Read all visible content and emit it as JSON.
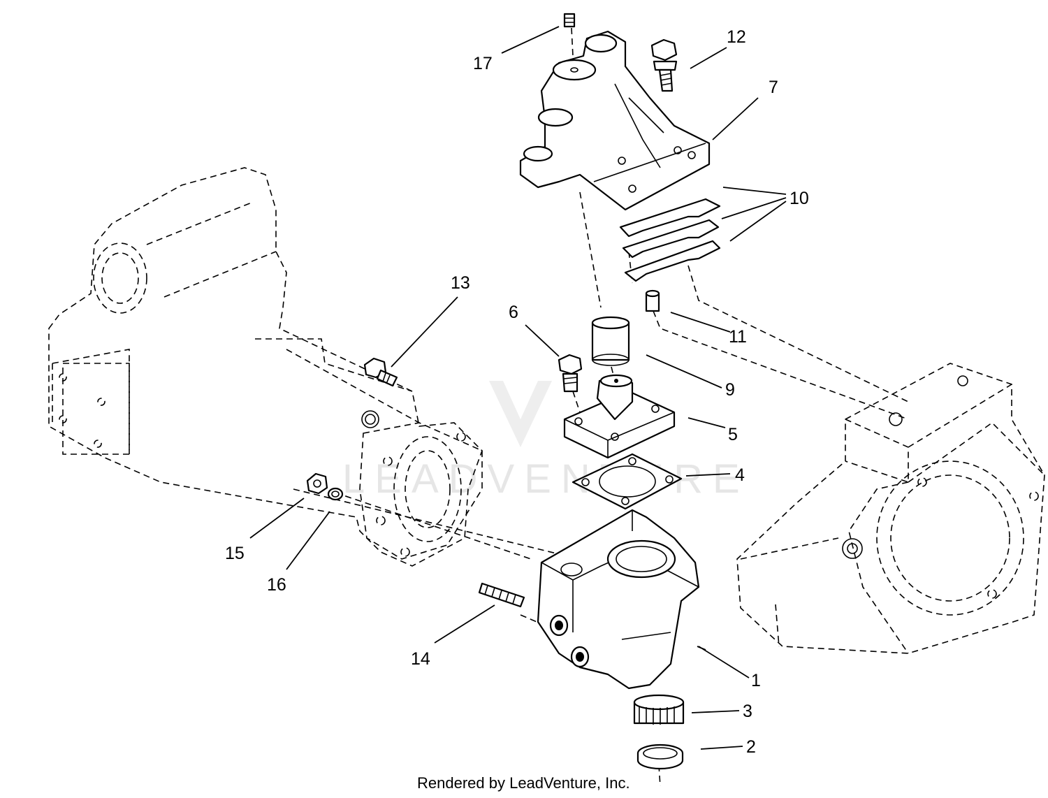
{
  "callouts": [
    {
      "id": "1",
      "label": "1"
    },
    {
      "id": "2",
      "label": "2"
    },
    {
      "id": "3",
      "label": "3"
    },
    {
      "id": "4",
      "label": "4"
    },
    {
      "id": "5",
      "label": "5"
    },
    {
      "id": "6",
      "label": "6"
    },
    {
      "id": "7",
      "label": "7"
    },
    {
      "id": "9",
      "label": "9"
    },
    {
      "id": "10",
      "label": "10"
    },
    {
      "id": "11",
      "label": "11"
    },
    {
      "id": "12",
      "label": "12"
    },
    {
      "id": "13",
      "label": "13"
    },
    {
      "id": "14",
      "label": "14"
    },
    {
      "id": "15",
      "label": "15"
    },
    {
      "id": "16",
      "label": "16"
    },
    {
      "id": "17",
      "label": "17"
    }
  ],
  "footer": {
    "credit": "Rendered by LeadVenture, Inc."
  },
  "watermark": {
    "text": "LEADVENTURE"
  }
}
